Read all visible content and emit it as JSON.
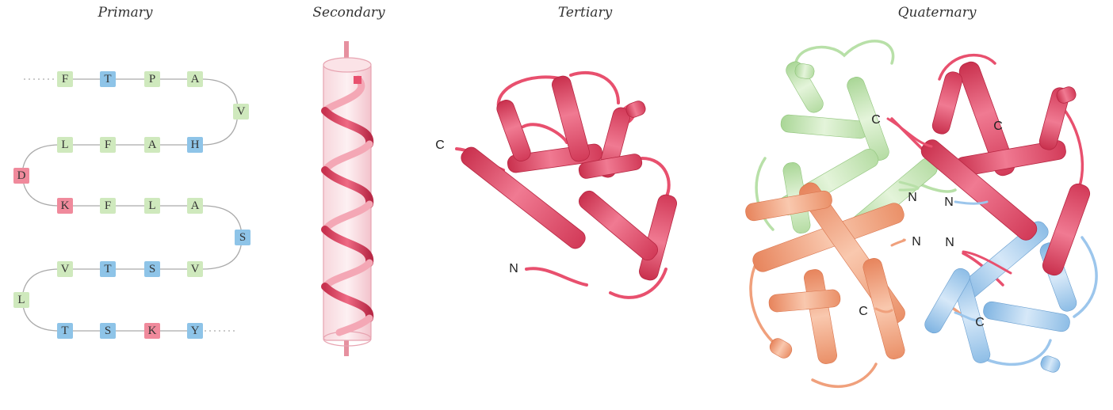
{
  "titles": {
    "primary": "Primary",
    "secondary": "Secondary",
    "tertiary": "Tertiary",
    "quaternary": "Quaternary"
  },
  "primary": {
    "residues": [
      "F",
      "T",
      "P",
      "A",
      "V",
      "L",
      "F",
      "A",
      "H",
      "D",
      "K",
      "F",
      "L",
      "A",
      "S",
      "V",
      "T",
      "S",
      "V",
      "L",
      "T",
      "S",
      "K",
      "Y"
    ],
    "colors": {
      "hydrophobic": "#cfe9bd",
      "polar": "#8ec4e8",
      "charged": "#f08a9c"
    }
  },
  "tertiary": {
    "n_label": "N",
    "c_label": "C"
  },
  "quaternary": {
    "n_label": "N",
    "c_label": "C"
  },
  "colors": {
    "red": "#e8506e",
    "green": "#b8e0a8",
    "blue": "#9cc6ec",
    "orange": "#f0a07c"
  }
}
